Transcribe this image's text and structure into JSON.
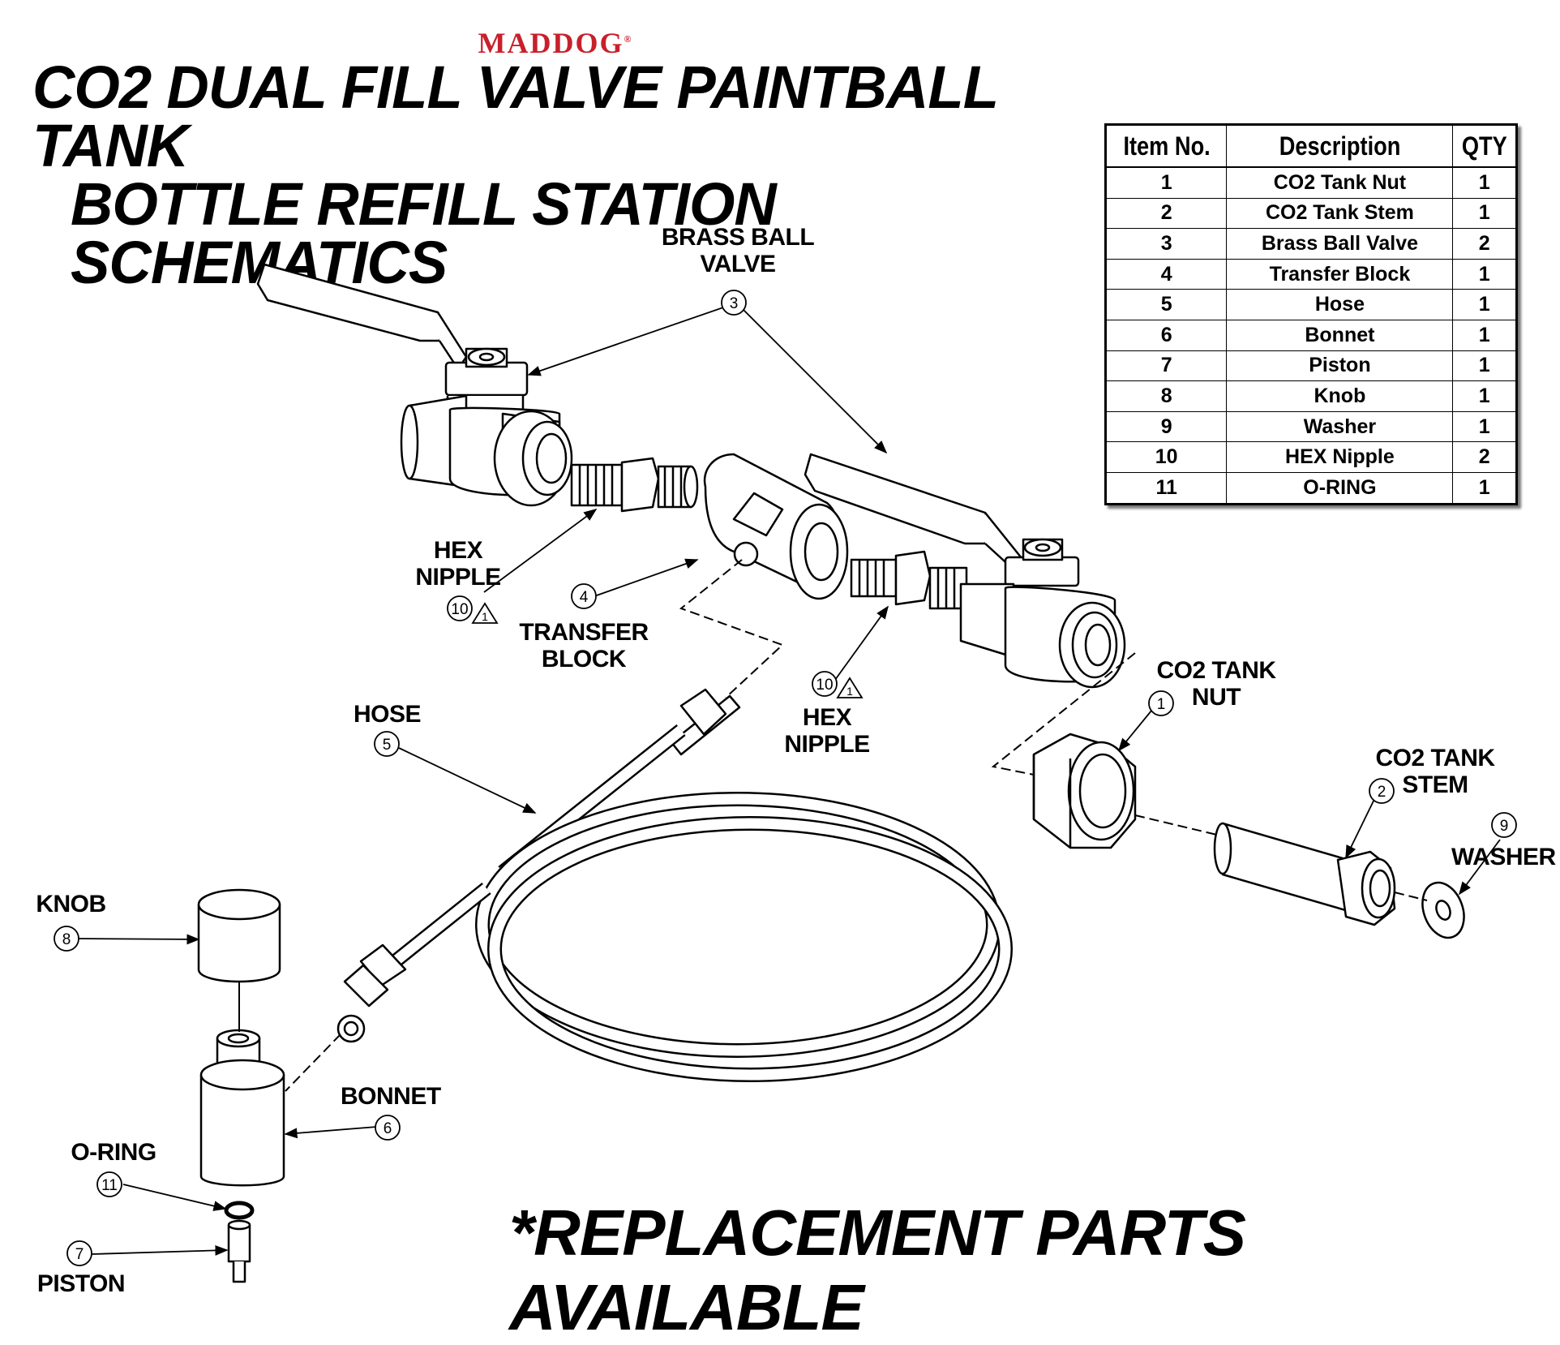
{
  "brand": "MADDOG",
  "brand_mark": "®",
  "title_line1": "CO2 DUAL FILL VALVE PAINTBALL TANK",
  "title_line2": "BOTTLE REFILL STATION SCHEMATICS",
  "footer": "*REPLACEMENT PARTS AVAILABLE",
  "bom": {
    "headers": [
      "Item No.",
      "Description",
      "QTY"
    ],
    "rows": [
      [
        "1",
        "CO2 Tank Nut",
        "1"
      ],
      [
        "2",
        "CO2 Tank Stem",
        "1"
      ],
      [
        "3",
        "Brass Ball Valve",
        "2"
      ],
      [
        "4",
        "Transfer Block",
        "1"
      ],
      [
        "5",
        "Hose",
        "1"
      ],
      [
        "6",
        "Bonnet",
        "1"
      ],
      [
        "7",
        "Piston",
        "1"
      ],
      [
        "8",
        "Knob",
        "1"
      ],
      [
        "9",
        "Washer",
        "1"
      ],
      [
        "10",
        "HEX Nipple",
        "2"
      ],
      [
        "11",
        "O-RING",
        "1"
      ]
    ]
  },
  "labels": {
    "brass_ball_valve_1": "BRASS BALL",
    "brass_ball_valve_2": "VALVE",
    "hex_nipple_left_1": "HEX",
    "hex_nipple_left_2": "NIPPLE",
    "transfer_block_1": "TRANSFER",
    "transfer_block_2": "BLOCK",
    "hex_nipple_right_1": "HEX",
    "hex_nipple_right_2": "NIPPLE",
    "co2_tank_nut_1": "CO2 TANK",
    "co2_tank_nut_2": "NUT",
    "co2_tank_stem_1": "CO2 TANK",
    "co2_tank_stem_2": "STEM",
    "washer": "WASHER",
    "hose": "HOSE",
    "knob": "KNOB",
    "bonnet": "BONNET",
    "o_ring": "O-RING",
    "piston": "PISTON"
  },
  "callouts": {
    "c1": "1",
    "c2": "2",
    "c3": "3",
    "c4": "4",
    "c5": "5",
    "c6": "6",
    "c7": "7",
    "c8": "8",
    "c9": "9",
    "c10a": "10",
    "c10b": "10",
    "c11": "11",
    "warn": "1"
  }
}
